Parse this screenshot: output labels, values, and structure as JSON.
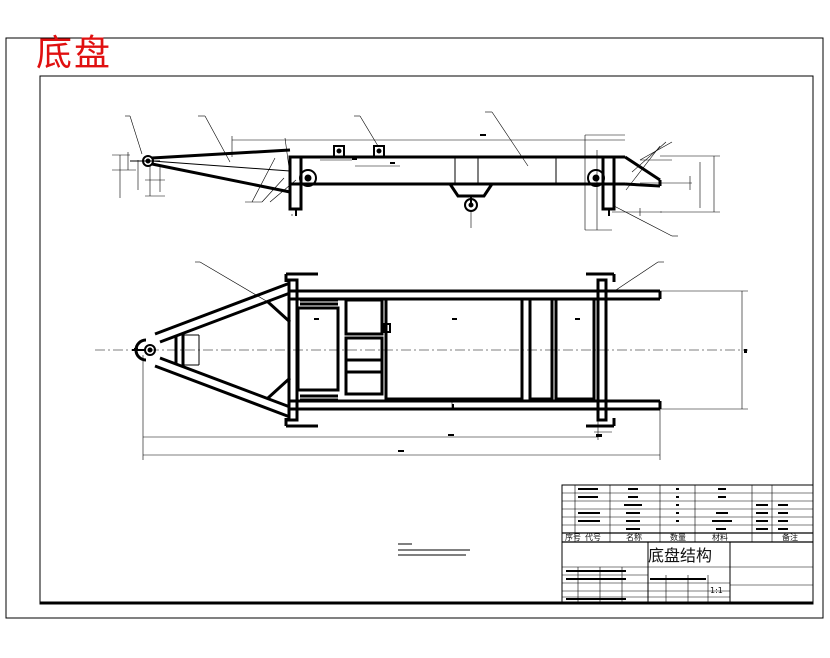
{
  "drawing": {
    "corner_title": "底盘",
    "title_block": {
      "drawing_title": "底盘结构",
      "parts_header": {
        "seq": "序号",
        "code": "代号",
        "name": "名称",
        "qty": "数量",
        "material": "材料",
        "remark": "备注"
      },
      "scale": "1:1"
    }
  }
}
